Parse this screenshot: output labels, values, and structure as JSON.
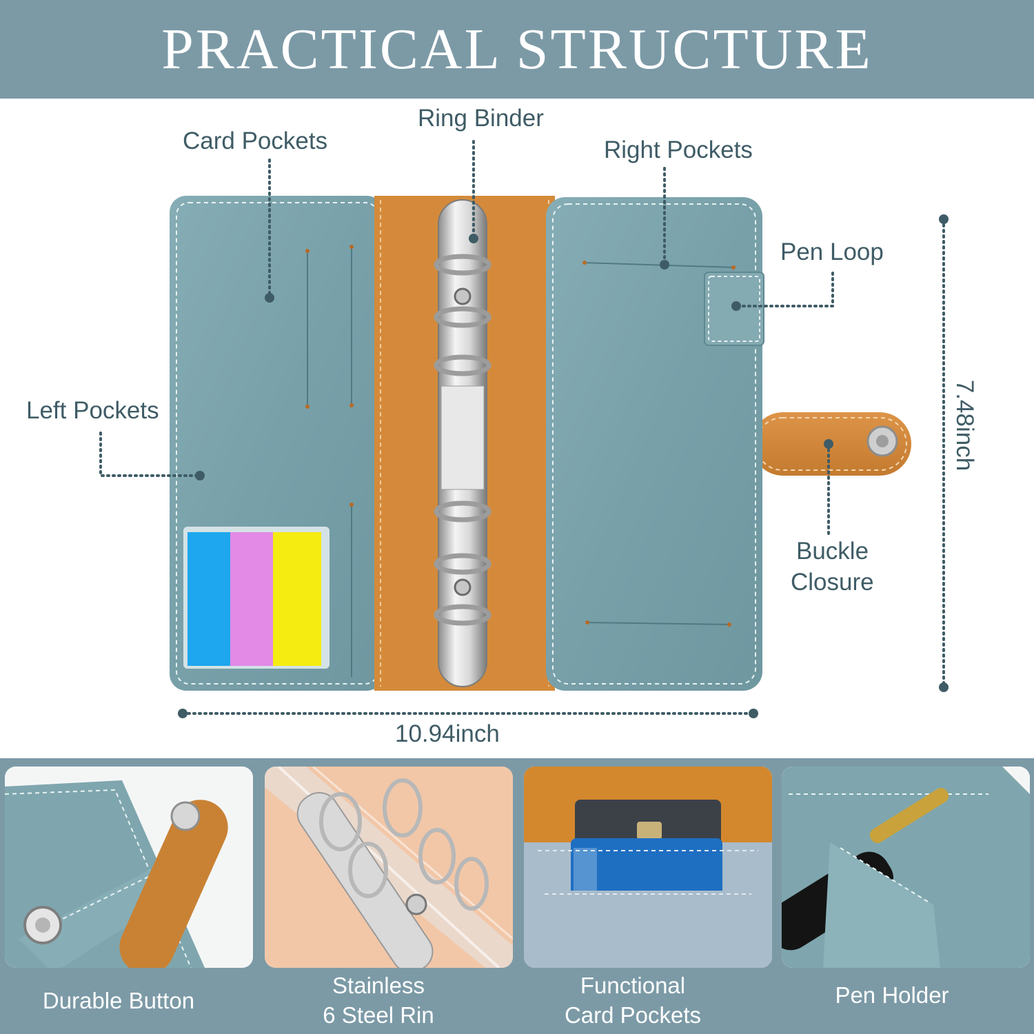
{
  "header": {
    "title": "PRACTICAL STRUCTURE"
  },
  "callouts": {
    "card_pockets": "Card Pockets",
    "ring_binder": "Ring Binder",
    "right_pockets": "Right Pockets",
    "pen_loop": "Pen Loop",
    "left_pockets": "Left Pockets",
    "buckle_closure_line1": "Buckle",
    "buckle_closure_line2": "Closure"
  },
  "dimensions": {
    "width": "10.94inch",
    "height": "7.48inch"
  },
  "features": [
    {
      "line1": "Durable Button",
      "line2": ""
    },
    {
      "line1": "Stainless",
      "line2": "6 Steel Rin"
    },
    {
      "line1": "Functional",
      "line2": "Card Pockets"
    },
    {
      "line1": "Pen Holder",
      "line2": ""
    }
  ],
  "colors": {
    "banner": "#7c9aa6",
    "leather": "#7fa6ae",
    "spine": "#d48a3a",
    "label": "#3f5c66"
  }
}
